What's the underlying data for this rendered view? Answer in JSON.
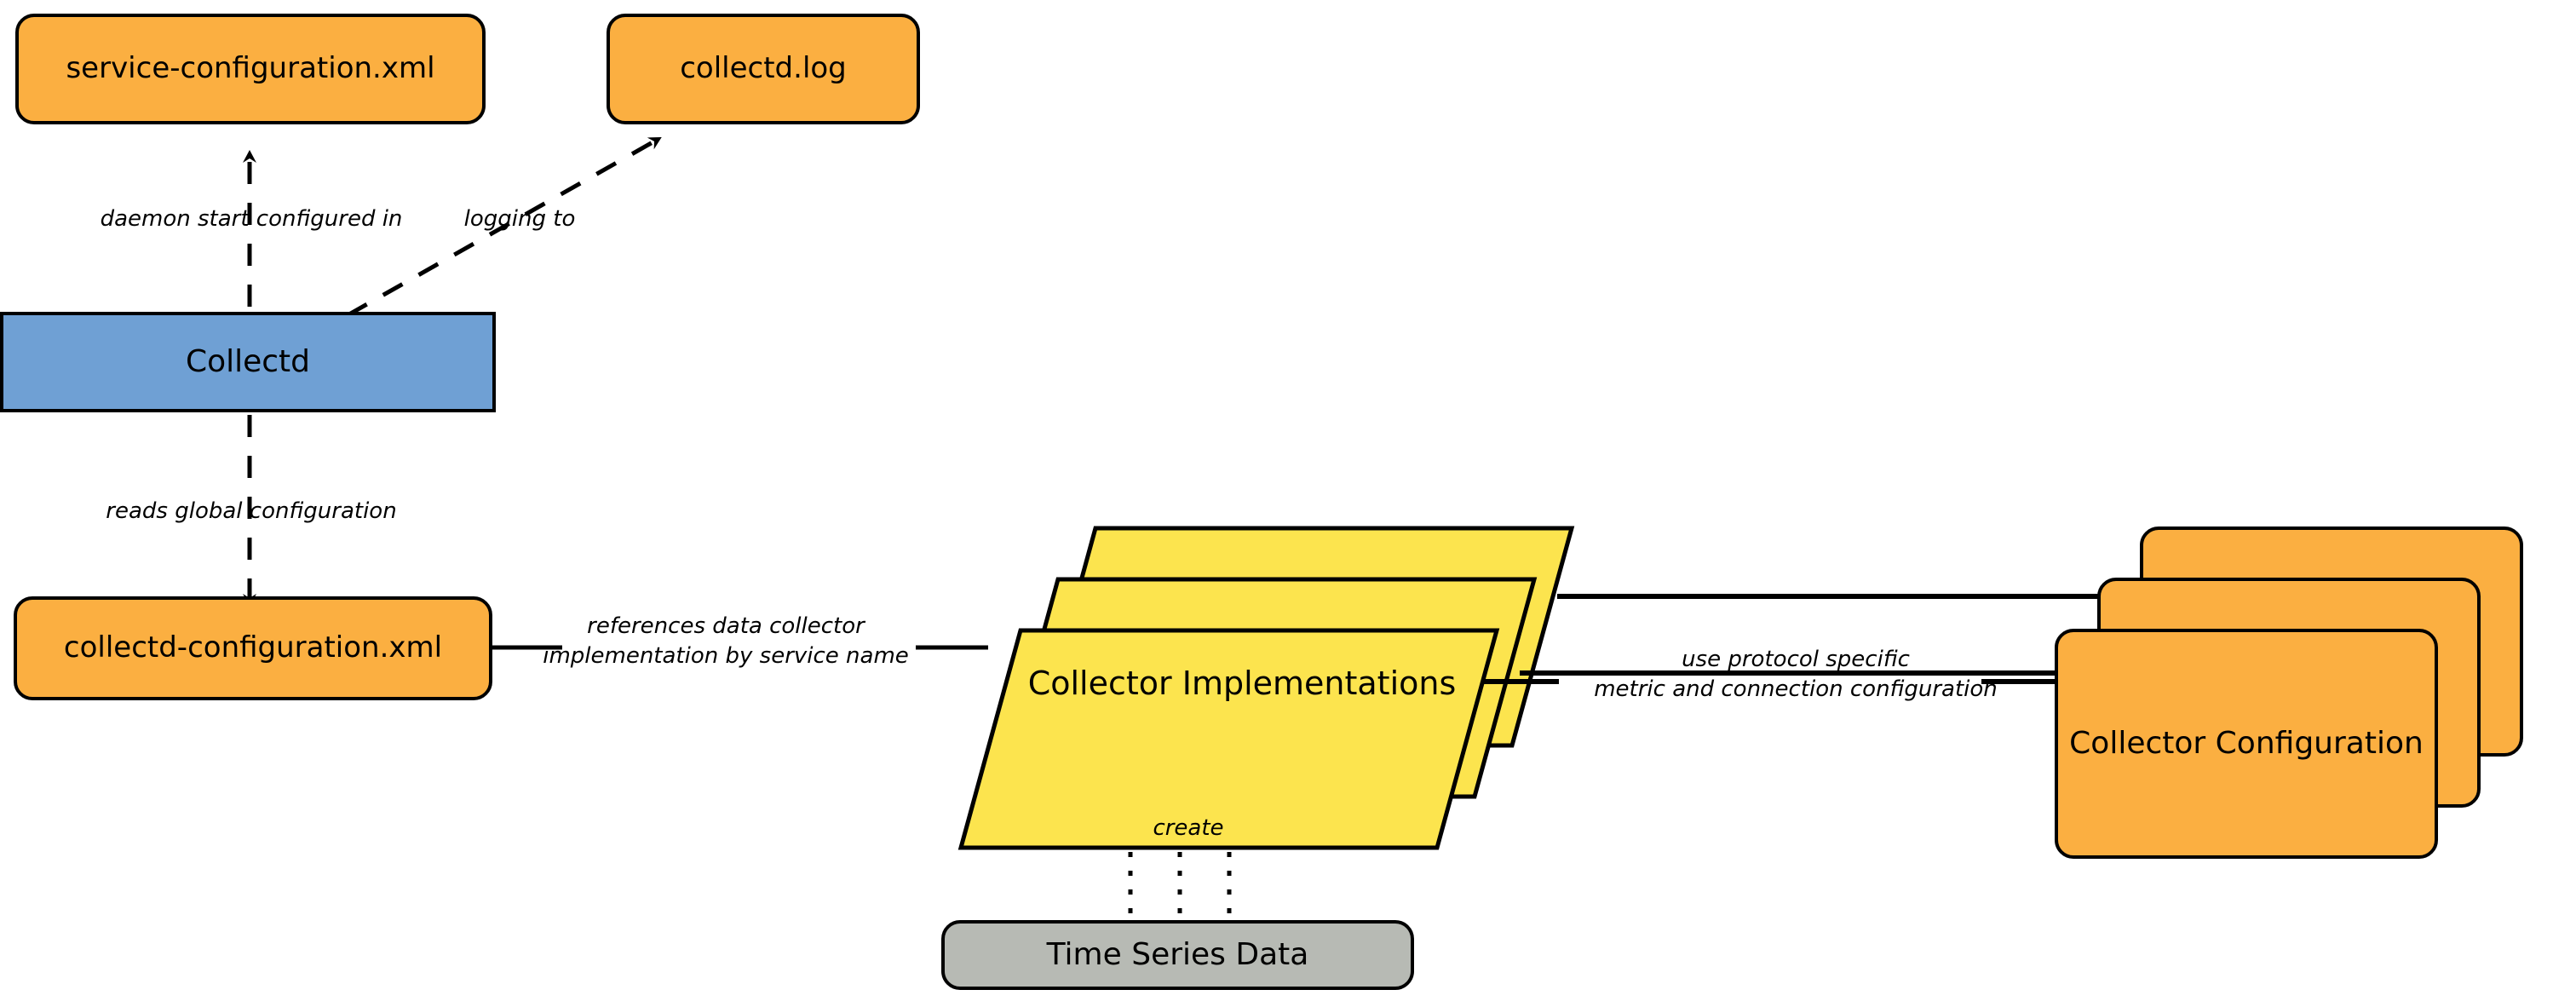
{
  "diagram": {
    "title": "Collectd architecture",
    "background": "#ffffff",
    "colors": {
      "orange": "#FBAF41",
      "blue": "#6FA0D4",
      "yellow": "#FCE44E",
      "gray": "#B7BAB4",
      "stroke": "#000000"
    }
  },
  "nodes": {
    "service_configuration": {
      "label": "service-configuration.xml",
      "shape": "rounded-rect",
      "color": "#FBAF41"
    },
    "collectd_log": {
      "label": "collectd.log",
      "shape": "rounded-rect",
      "color": "#FBAF41"
    },
    "collectd": {
      "label": "Collectd",
      "shape": "rect",
      "color": "#6FA0D4"
    },
    "collectd_configuration": {
      "label": "collectd-configuration.xml",
      "shape": "rounded-rect",
      "color": "#FBAF41"
    },
    "collector_implementations": {
      "label": "Collector Implementations",
      "shape": "parallelogram-stack",
      "color": "#FCE44E",
      "stack_count": 3
    },
    "collector_configuration": {
      "label": "Collector  Configuration",
      "shape": "rounded-rect-stack",
      "color": "#FBAF41",
      "stack_count": 3
    },
    "time_series_data": {
      "label": "Time Series Data",
      "shape": "rounded-rect",
      "color": "#B7BAB4"
    }
  },
  "edges": {
    "daemon_start": {
      "label": "daemon start configured in",
      "style": "dashed",
      "arrow": "open",
      "from": "collectd",
      "to": "service_configuration"
    },
    "logging_to": {
      "label": "logging to",
      "style": "dashed",
      "arrow": "filled",
      "from": "collectd",
      "to": "collectd_log"
    },
    "reads_global": {
      "label": "reads global configuration",
      "style": "dashed",
      "arrow": "open",
      "from": "collectd",
      "to": "collectd_configuration"
    },
    "references": {
      "label_line1": "references data collector",
      "label_line2": "implementation by service name",
      "style": "solid",
      "arrow": "none",
      "from": "collectd_configuration",
      "to": "collector_implementations"
    },
    "use_protocol": {
      "label_line1": "use protocol specific",
      "label_line2": "metric and connection configuration",
      "style": "solid",
      "arrow": "none",
      "from": "collector_implementations",
      "to": "collector_configuration"
    },
    "create": {
      "label": "create",
      "style": "dotted",
      "arrow": "filled",
      "from": "collector_implementations",
      "to": "time_series_data"
    }
  }
}
